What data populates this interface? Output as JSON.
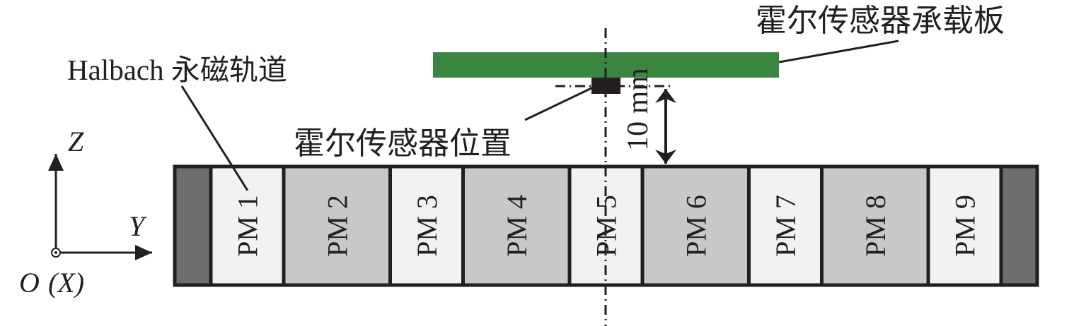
{
  "labels": {
    "board": "霍尔传感器承载板",
    "track": "Halbach 永磁轨道",
    "sensor": "霍尔传感器位置",
    "distance": "10 mm"
  },
  "axes": {
    "z": "Z",
    "y": "Y",
    "origin": "O",
    "x": "(X)"
  },
  "magnets": [
    {
      "label": "PM 1",
      "kind": "light"
    },
    {
      "label": "PM 2",
      "kind": "grey"
    },
    {
      "label": "PM 3",
      "kind": "light"
    },
    {
      "label": "PM 4",
      "kind": "grey"
    },
    {
      "label": "PM 5",
      "kind": "light"
    },
    {
      "label": "PM 6",
      "kind": "grey"
    },
    {
      "label": "PM 7",
      "kind": "light"
    },
    {
      "label": "PM 8",
      "kind": "grey"
    },
    {
      "label": "PM 9",
      "kind": "light"
    }
  ],
  "colors": {
    "board": "#3a8540",
    "light": "#f2f2f2",
    "grey": "#c8c8c8",
    "end": "#6f6d6e",
    "line": "#231f20"
  }
}
